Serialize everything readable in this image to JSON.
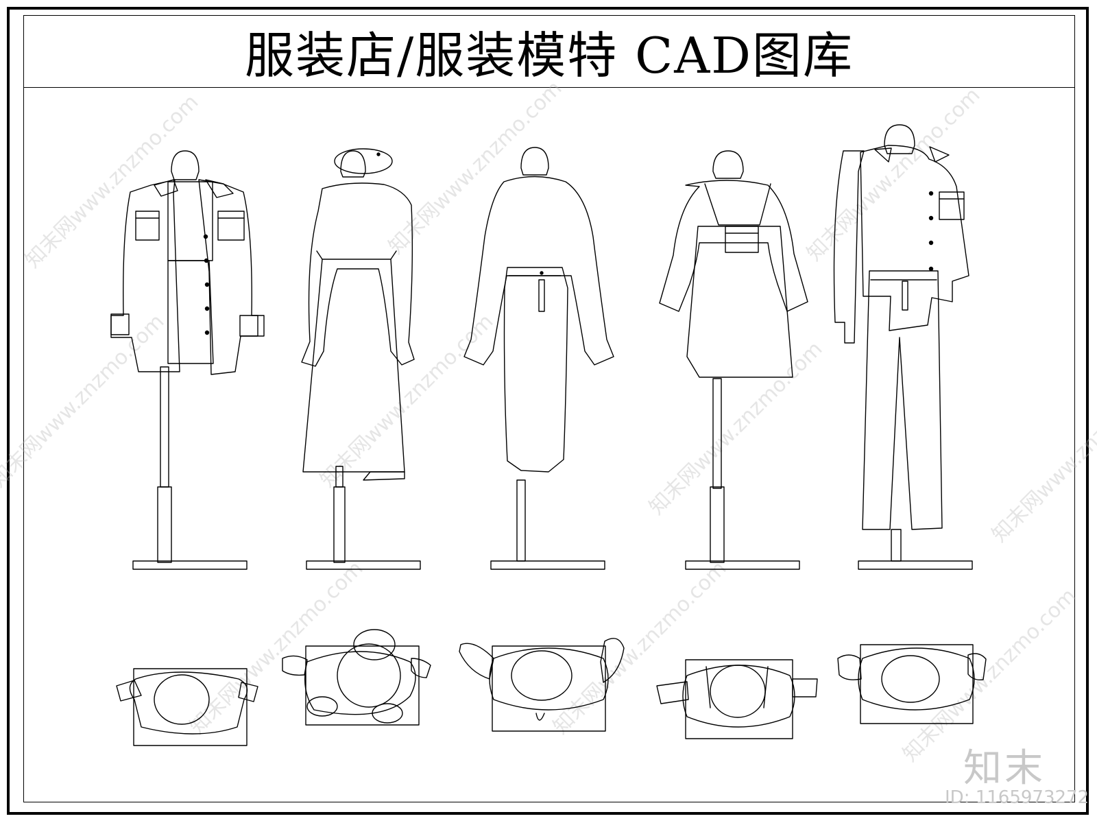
{
  "title": "服装店/服装模特 CAD图库",
  "watermark_text": "知末网www.znzmo.com",
  "logo_text": "知末",
  "id_label": "ID: 1165973272",
  "colors": {
    "line": "#000000",
    "background": "#ffffff",
    "watermark": "#c8c8c8"
  }
}
